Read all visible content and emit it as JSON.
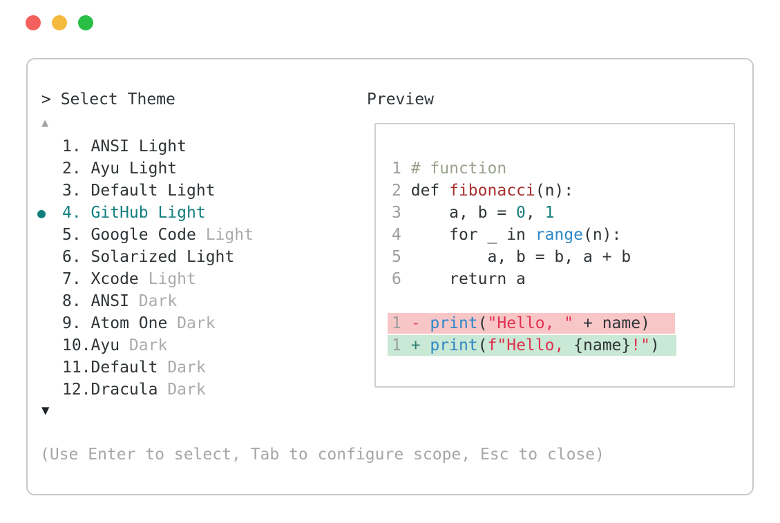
{
  "window": {
    "traffic_lights": [
      {
        "name": "close",
        "color": "#f4605b"
      },
      {
        "name": "minimize",
        "color": "#f3ba3e"
      },
      {
        "name": "zoom",
        "color": "#29bf47"
      }
    ]
  },
  "prompt": {
    "text": "> Select Theme"
  },
  "theme_list": {
    "up_arrow": "▲",
    "down_arrow": "▼",
    "selected_marker": "●",
    "items": [
      {
        "num": "1",
        "name": "ANSI Light",
        "gray_suffix": "",
        "selected": false
      },
      {
        "num": "2",
        "name": "Ayu Light",
        "gray_suffix": "",
        "selected": false
      },
      {
        "num": "3",
        "name": "Default Light",
        "gray_suffix": "",
        "selected": false
      },
      {
        "num": "4",
        "name": "GitHub Light",
        "gray_suffix": "",
        "selected": true
      },
      {
        "num": "5",
        "name": "Google Code",
        "gray_suffix": "Light",
        "selected": false
      },
      {
        "num": "6",
        "name": "Solarized Light",
        "gray_suffix": "",
        "selected": false
      },
      {
        "num": "7",
        "name": "Xcode",
        "gray_suffix": "Light",
        "selected": false
      },
      {
        "num": "8",
        "name": "ANSI",
        "gray_suffix": "Dark",
        "selected": false
      },
      {
        "num": "9",
        "name": "Atom One",
        "gray_suffix": "Dark",
        "selected": false
      },
      {
        "num": "10",
        "name": "Ayu",
        "gray_suffix": "Dark",
        "selected": false
      },
      {
        "num": "11",
        "name": "Default",
        "gray_suffix": "Dark",
        "selected": false
      },
      {
        "num": "12",
        "name": "Dracula",
        "gray_suffix": "Dark",
        "selected": false
      }
    ]
  },
  "preview": {
    "label": "Preview",
    "code_lines": [
      {
        "num": "1",
        "tokens": [
          {
            "t": "# function",
            "c": "comment"
          }
        ]
      },
      {
        "num": "2",
        "tokens": [
          {
            "t": "def ",
            "c": "code"
          },
          {
            "t": "fibonacci",
            "c": "func"
          },
          {
            "t": "(n):",
            "c": "code"
          }
        ]
      },
      {
        "num": "3",
        "tokens": [
          {
            "t": "    a, b = ",
            "c": "code"
          },
          {
            "t": "0",
            "c": "number"
          },
          {
            "t": ", ",
            "c": "code"
          },
          {
            "t": "1",
            "c": "number"
          }
        ]
      },
      {
        "num": "4",
        "tokens": [
          {
            "t": "    for _ in ",
            "c": "code"
          },
          {
            "t": "range",
            "c": "builtin"
          },
          {
            "t": "(n):",
            "c": "code"
          }
        ]
      },
      {
        "num": "5",
        "tokens": [
          {
            "t": "        a, b = b, a + b",
            "c": "code"
          }
        ]
      },
      {
        "num": "6",
        "tokens": [
          {
            "t": "    return a",
            "c": "code"
          }
        ]
      },
      {
        "blank": true
      },
      {
        "num": "1",
        "diff": "removed",
        "tokens": [
          {
            "t": "- ",
            "c": "minus"
          },
          {
            "t": "print",
            "c": "builtin"
          },
          {
            "t": "(",
            "c": "code"
          },
          {
            "t": "\"Hello, \"",
            "c": "string"
          },
          {
            "t": " + name",
            "c": "code"
          },
          {
            "t": ")",
            "c": "code"
          }
        ]
      },
      {
        "num": "1",
        "diff": "added",
        "tokens": [
          {
            "t": "+ ",
            "c": "plus"
          },
          {
            "t": "print",
            "c": "builtin"
          },
          {
            "t": "(",
            "c": "code"
          },
          {
            "t": "f\"Hello, ",
            "c": "string"
          },
          {
            "t": "{name}",
            "c": "code"
          },
          {
            "t": "!\"",
            "c": "string"
          },
          {
            "t": ")",
            "c": "code"
          }
        ]
      }
    ]
  },
  "footer": {
    "help": "(Use Enter to select, Tab to configure scope, Esc to close)"
  },
  "colors": {
    "accent_teal": "#117e7e",
    "text_dark": "#2f3437",
    "text_gray": "#ababab",
    "gutter_gray": "#9d9d9d",
    "comment": "#9aa38e",
    "function_red": "#a8302f",
    "builtin_blue": "#2e87c5",
    "number_teal": "#18807d",
    "string_crimson": "#e0314e",
    "diff_removed_bg": "#f9c6c8",
    "diff_added_bg": "#c9e8d5",
    "diff_minus": "#e04a5c",
    "diff_plus": "#2e7f70",
    "traffic_red": "#f4605b",
    "traffic_yellow": "#f3ba3e",
    "traffic_green": "#29bf47",
    "border": "#c9c9c9",
    "arrow_up": "#a3a3a3",
    "arrow_down": "#1c2125",
    "help_gray": "#a6a6a6"
  }
}
